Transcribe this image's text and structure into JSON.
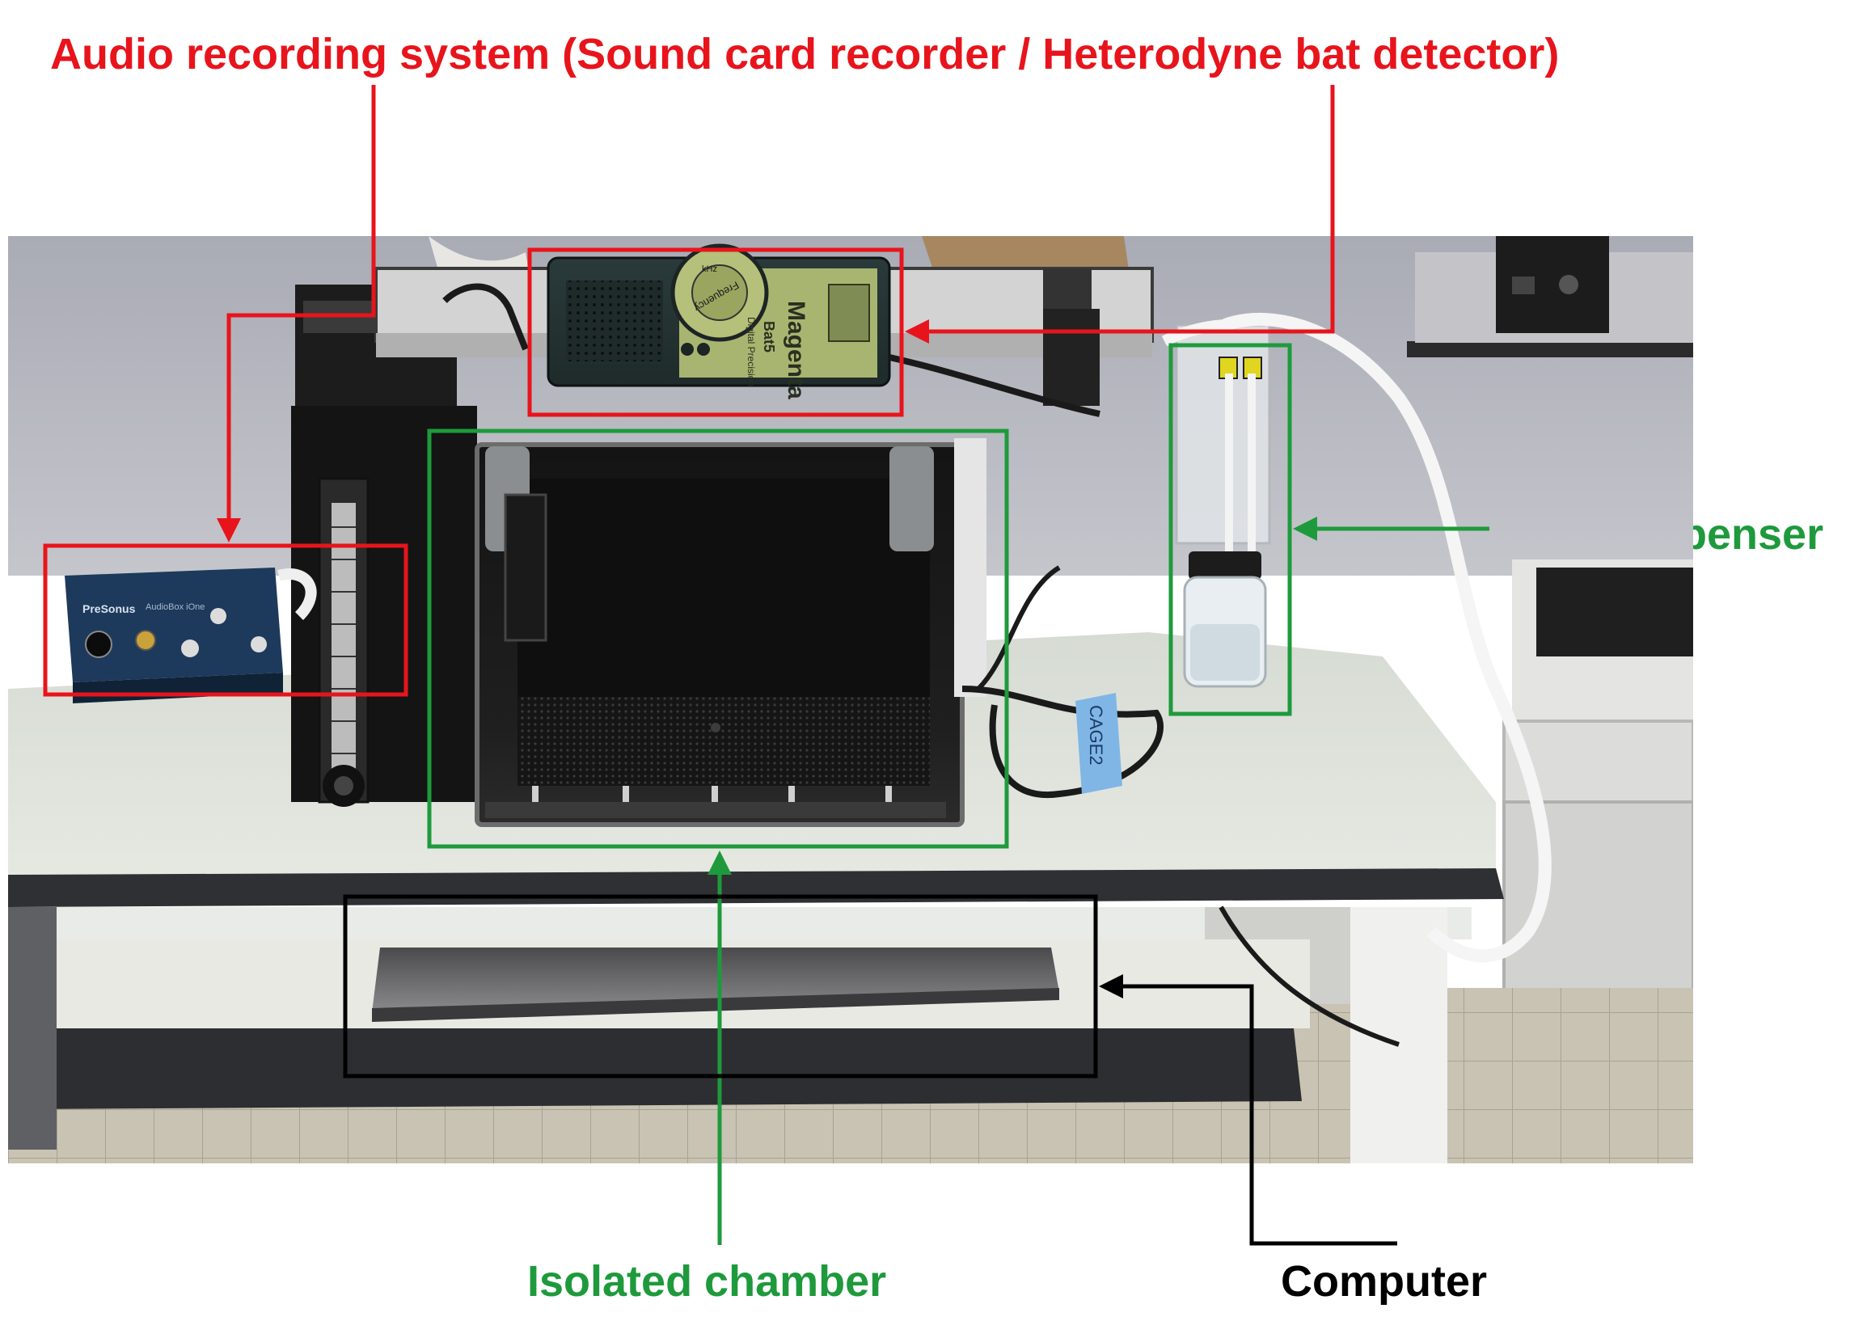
{
  "labels": {
    "audio": "Audio recording system (Sound card recorder / Heterodyne bat detector)",
    "odor": "Odor dispenser",
    "chamber": "Isolated chamber",
    "computer": "Computer"
  },
  "devices": {
    "bat_detector_brand": "Magenta",
    "bat_detector_model": "Bat5",
    "bat_detector_maker": "Digital Precision",
    "bat_detector_dial": "Frequency",
    "bat_detector_dial_unit": "kHz",
    "interface_brand": "PreSonus",
    "interface_model": "AudioBox iOne",
    "tag_text": "CAGE2"
  },
  "colors": {
    "audio": "#e8141c",
    "odor": "#1e9a3c",
    "chamber": "#1e9a3c",
    "computer": "#000000"
  }
}
